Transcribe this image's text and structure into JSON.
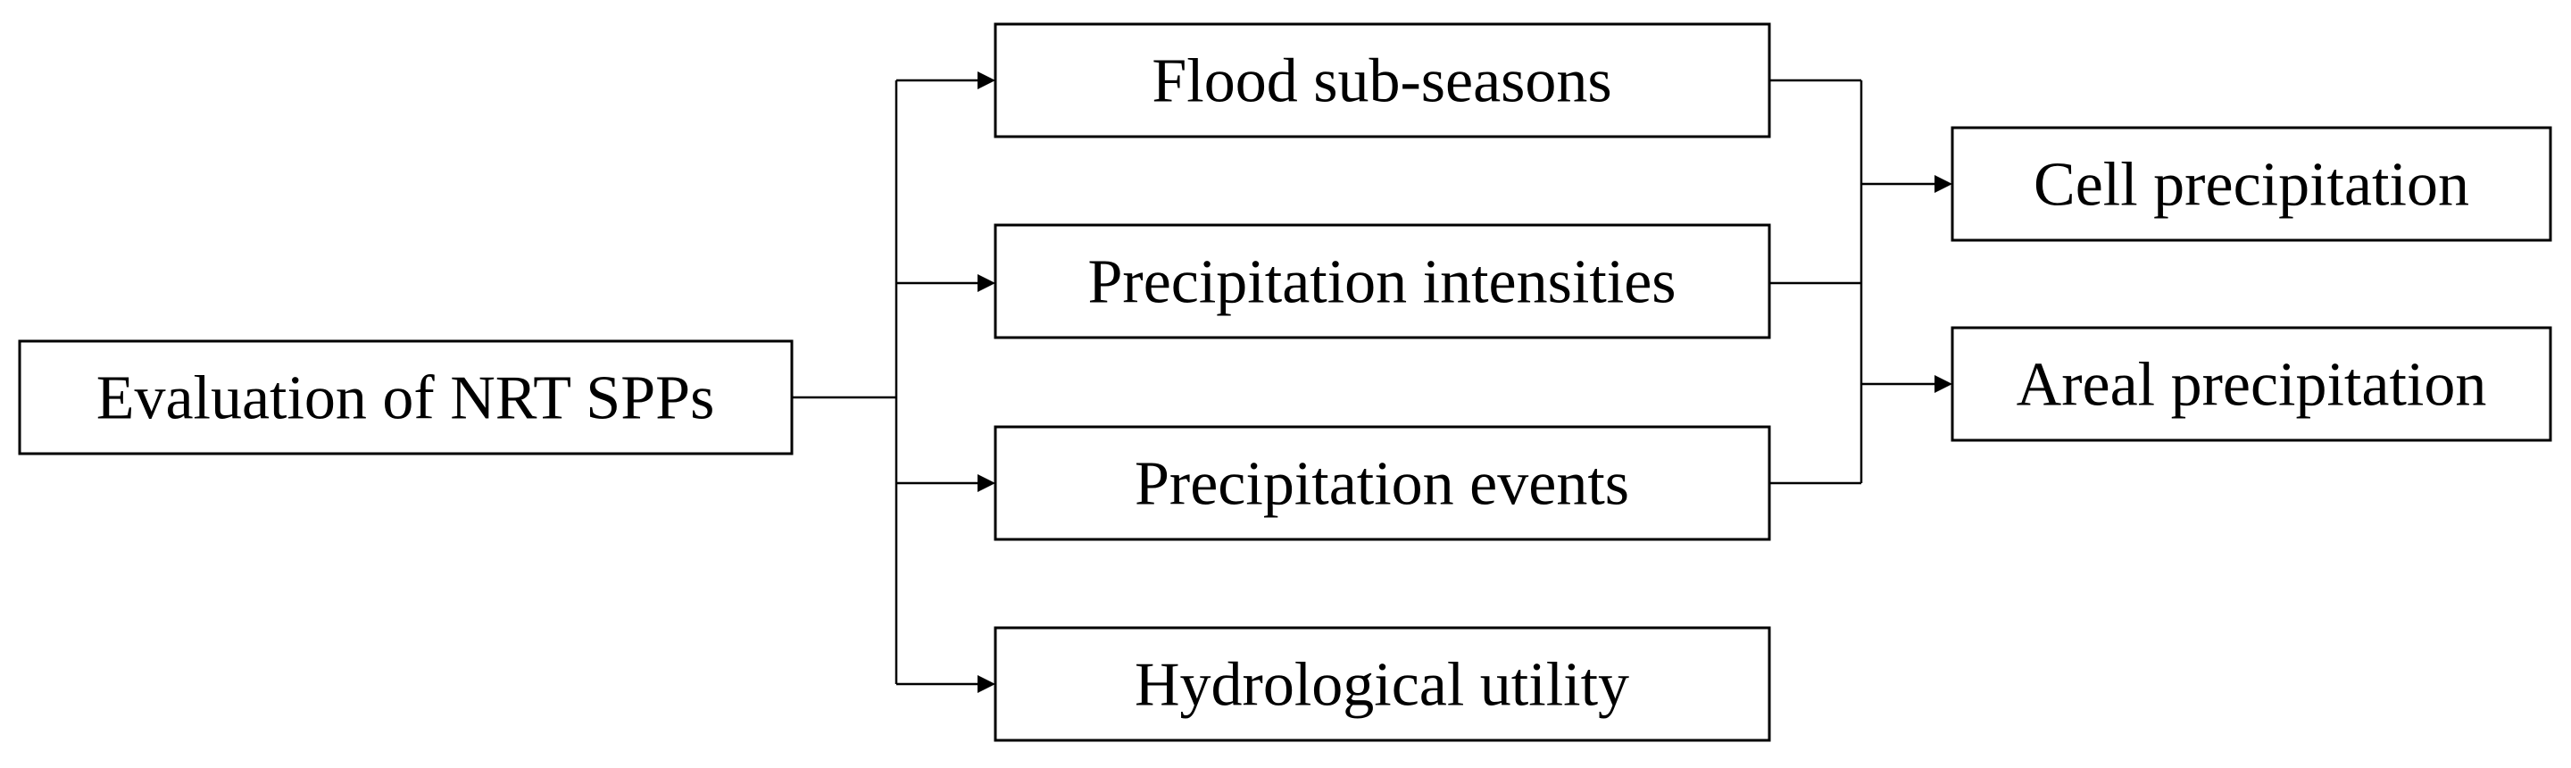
{
  "diagram": {
    "root": "Evaluation of NRT SPPs",
    "aspects": [
      "Flood sub-seasons",
      "Precipitation intensities",
      "Precipitation events",
      "Hydrological utility"
    ],
    "scales": [
      "Cell precipitation",
      "Areal precipitation"
    ]
  },
  "colors": {
    "stroke": "#000000",
    "fill": "#ffffff"
  }
}
